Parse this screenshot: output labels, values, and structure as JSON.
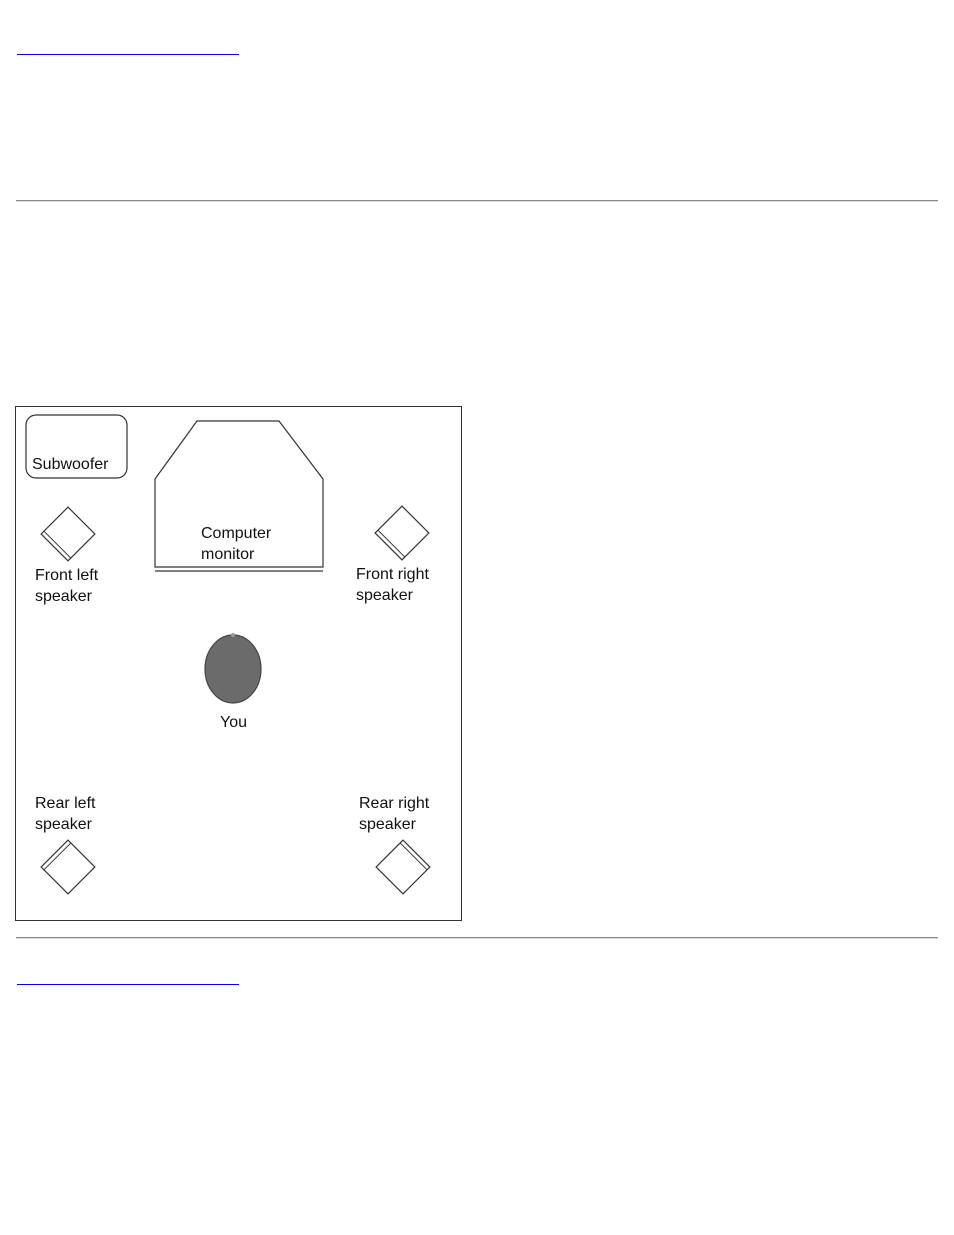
{
  "diagram": {
    "labels": {
      "subwoofer": "Subwoofer",
      "monitor_line1": "Computer",
      "monitor_line2": "monitor",
      "front_left_line1": "Front left",
      "front_left_line2": "speaker",
      "front_right_line1": "Front right",
      "front_right_line2": "speaker",
      "you": "You",
      "rear_left_line1": "Rear left",
      "rear_left_line2": "speaker",
      "rear_right_line1": "Rear right",
      "rear_right_line2": "speaker"
    },
    "colors": {
      "head_fill": "#6b6b6b",
      "outline": "#333333",
      "link_underline": "#0000ee"
    }
  }
}
